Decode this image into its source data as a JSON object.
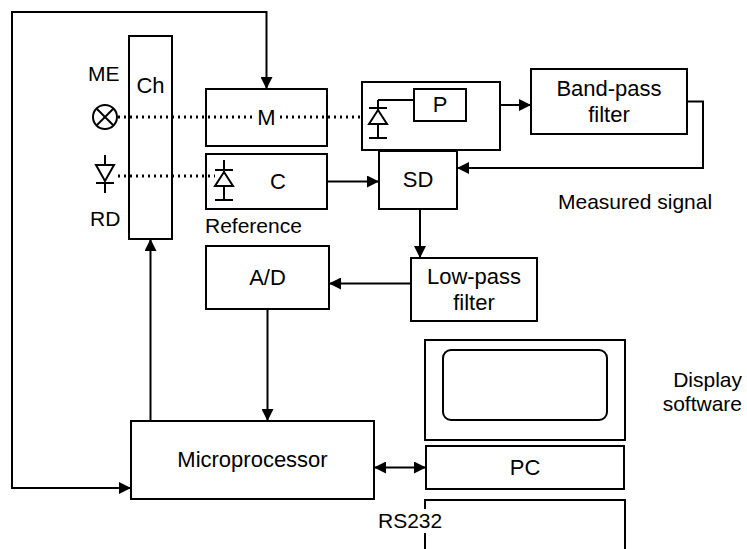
{
  "diagram": {
    "nodes": [
      {
        "text": [
          "Ch"
        ]
      },
      {
        "text": [
          "M"
        ]
      },
      {
        "text": [
          "P"
        ]
      },
      {
        "text": [
          "Band-pass filter"
        ]
      },
      {
        "text": [
          "C"
        ]
      },
      {
        "text": [
          "SD"
        ]
      },
      {
        "text": [
          "A/D"
        ]
      },
      {
        "text": [
          "Low-pass filter"
        ]
      },
      {
        "text": [
          "Microprocessor"
        ]
      },
      {
        "text": [
          "PC"
        ]
      }
    ],
    "edges": [
      {
        "from": 2,
        "to": 3,
        "arrow": "to"
      },
      {
        "from": 3,
        "to": 5,
        "arrow": "to"
      },
      {
        "from": 4,
        "to": 5,
        "arrow": "to"
      },
      {
        "from": 5,
        "to": 7,
        "arrow": "to"
      },
      {
        "from": 7,
        "to": 6,
        "arrow": "to"
      },
      {
        "from": 6,
        "to": 8,
        "arrow": "to"
      },
      {
        "from": 8,
        "to": 0,
        "arrow": "to"
      },
      {
        "from": 8,
        "to": 1,
        "arrow": "both"
      },
      {
        "from": 8,
        "to": 9,
        "arrow": "both"
      }
    ],
    "labels": [
      "ME",
      "RD",
      "Reference",
      "Measured signal",
      "RS232",
      "Display software"
    ]
  }
}
